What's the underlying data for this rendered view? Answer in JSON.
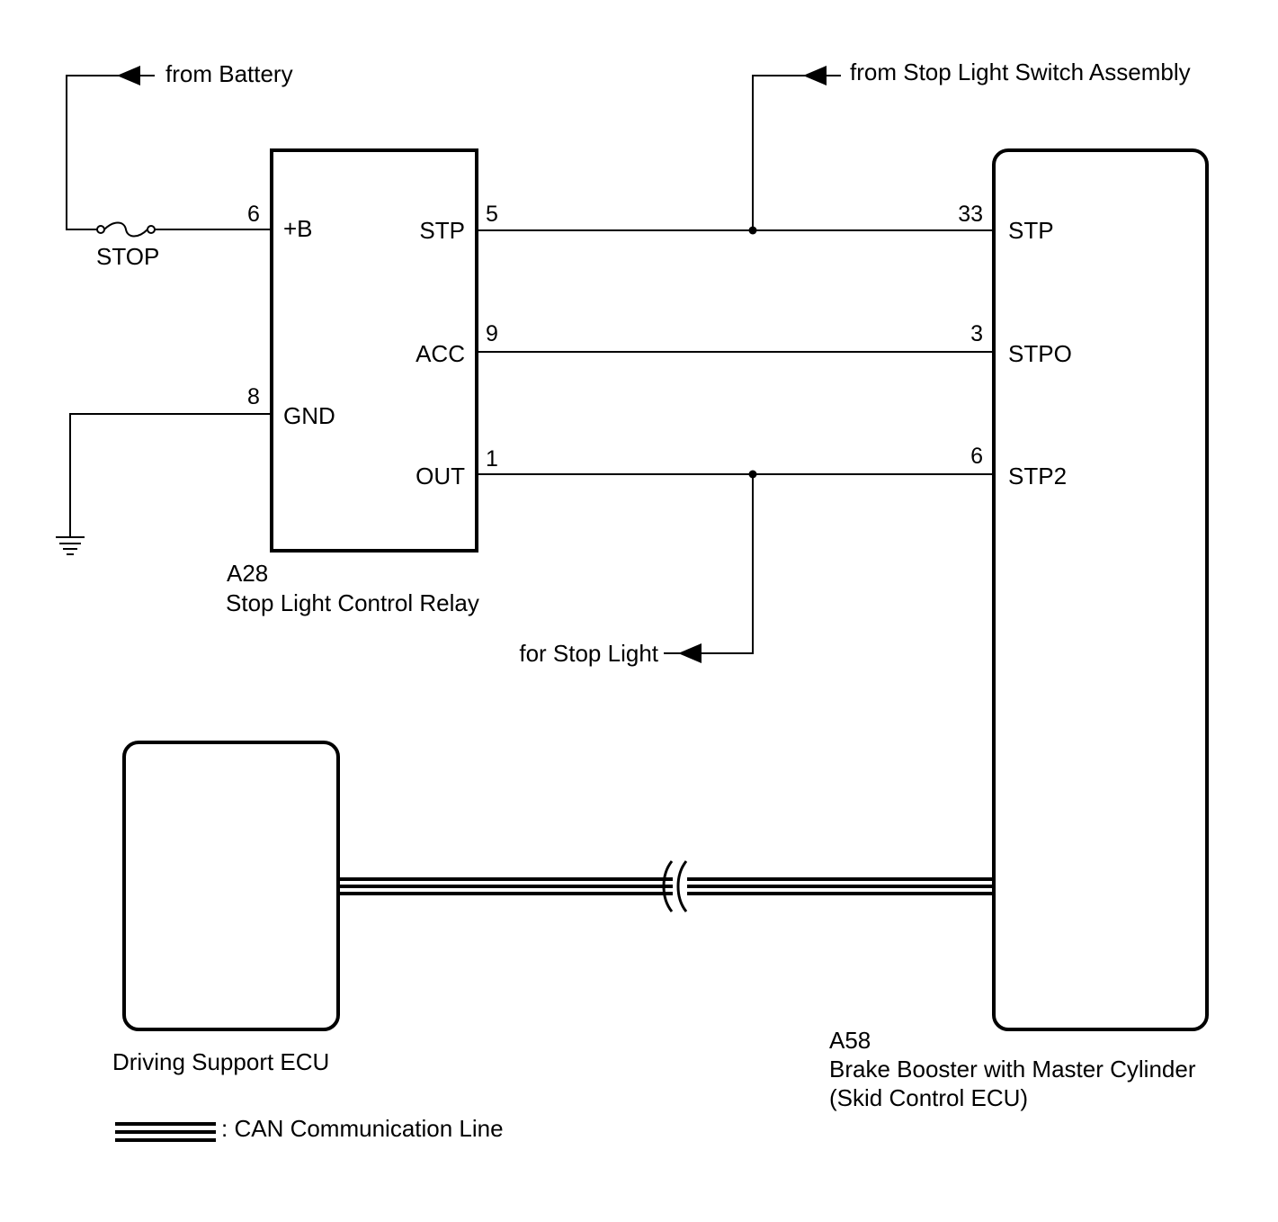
{
  "colors": {
    "ink": "#000000",
    "background": "#ffffff"
  },
  "sources": {
    "battery": "from Battery",
    "stop_light_switch": "from Stop Light Switch Assembly",
    "stop_light": "for Stop Light"
  },
  "fuse": {
    "name": "STOP"
  },
  "relay": {
    "code": "A28",
    "name": "Stop Light Control Relay",
    "pins": {
      "plus_b": {
        "number": "6",
        "label": "+B"
      },
      "gnd": {
        "number": "8",
        "label": "GND"
      },
      "stp": {
        "number": "5",
        "label": "STP"
      },
      "acc": {
        "number": "9",
        "label": "ACC"
      },
      "out": {
        "number": "1",
        "label": "OUT"
      }
    }
  },
  "brake_ecu": {
    "code": "A58",
    "name": "Brake Booster with Master Cylinder",
    "subname": "(Skid Control ECU)",
    "pins": {
      "stp": {
        "number": "33",
        "label": "STP"
      },
      "stpo": {
        "number": "3",
        "label": "STPO"
      },
      "stp2": {
        "number": "6",
        "label": "STP2"
      }
    }
  },
  "driving_support_ecu": {
    "name": "Driving Support ECU"
  },
  "legend": {
    "can_line": ": CAN Communication Line"
  }
}
